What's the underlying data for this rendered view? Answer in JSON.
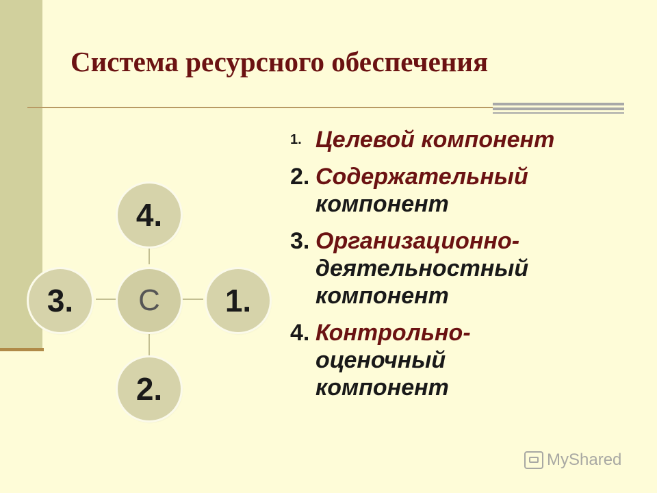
{
  "slide": {
    "title": "Система ресурсного обеспечения"
  },
  "diagram": {
    "center": "С",
    "top": "4.",
    "right": "1.",
    "bottom": "2.",
    "left": "3."
  },
  "items": [
    {
      "num": "1.",
      "text": "Целевой компонент"
    },
    {
      "num": "2.",
      "text": "Содержательный компонент"
    },
    {
      "num": "3.",
      "text": "Организационно-деятельностный компонент"
    },
    {
      "num": "4.",
      "text": "Контрольно-оценочный компонент"
    }
  ],
  "watermark": {
    "text": "MyShared"
  },
  "colors": {
    "background": "#fefcd8",
    "title": "#6b1212",
    "node": "#d6d3aa",
    "sidebar": "#d1d09d"
  }
}
